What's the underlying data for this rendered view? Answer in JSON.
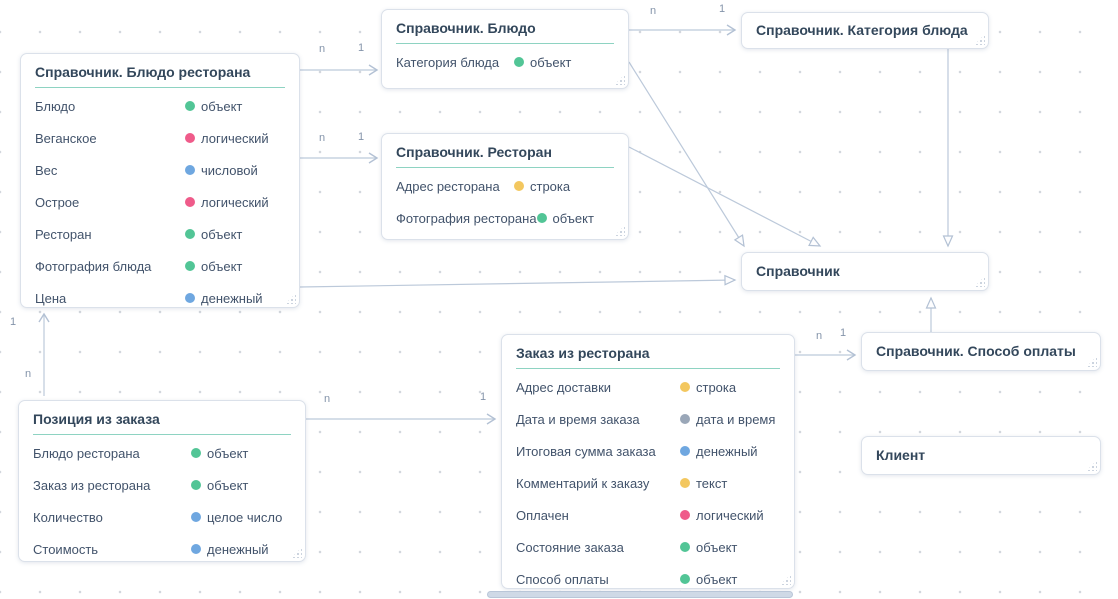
{
  "diagram_colors": {
    "entity_title": "#33475b",
    "field_text": "#42536b",
    "title_underline": "#8ed3c2",
    "connector": "#bcc9da",
    "cardinality_label": "#8494aa"
  },
  "type_colors": {
    "объект": "#52c596",
    "логический": "#ef5b8a",
    "числовой": "#6fa7e0",
    "денежный": "#6fa7e0",
    "целое число": "#6fa7e0",
    "строка": "#f3c75f",
    "текст": "#f3c75f",
    "дата и время": "#9aa7b8"
  },
  "entities": [
    {
      "title": "Справочник. Блюдо ресторана",
      "fields": [
        {
          "name": "Блюдо",
          "type": "объект"
        },
        {
          "name": "Веганское",
          "type": "логический"
        },
        {
          "name": "Вес",
          "type": "числовой"
        },
        {
          "name": "Острое",
          "type": "логический"
        },
        {
          "name": "Ресторан",
          "type": "объект"
        },
        {
          "name": "Фотография блюда",
          "type": "объект"
        },
        {
          "name": "Цена",
          "type": "денежный"
        }
      ]
    },
    {
      "title": "Справочник. Блюдо",
      "fields": [
        {
          "name": "Категория блюда",
          "type": "объект"
        }
      ]
    },
    {
      "title": "Справочник. Категория блюда",
      "fields": []
    },
    {
      "title": "Справочник. Ресторан",
      "fields": [
        {
          "name": "Адрес ресторана",
          "type": "строка"
        },
        {
          "name": "Фотография ресторана",
          "type": "объект"
        }
      ]
    },
    {
      "title": "Справочник",
      "fields": []
    },
    {
      "title": "Заказ из ресторана",
      "fields": [
        {
          "name": "Адрес доставки",
          "type": "строка"
        },
        {
          "name": "Дата и время заказа",
          "type": "дата и время"
        },
        {
          "name": "Итоговая сумма заказа",
          "type": "денежный"
        },
        {
          "name": "Комментарий к заказу",
          "type": "текст"
        },
        {
          "name": "Оплачен",
          "type": "логический"
        },
        {
          "name": "Состояние заказа",
          "type": "объект"
        },
        {
          "name": "Способ оплаты",
          "type": "объект"
        }
      ]
    },
    {
      "title": "Справочник. Способ оплаты",
      "fields": []
    },
    {
      "title": "Клиент",
      "fields": []
    },
    {
      "title": "Позиция из заказа",
      "fields": [
        {
          "name": "Блюдо ресторана",
          "type": "объект"
        },
        {
          "name": "Заказ из ресторана",
          "type": "объект"
        },
        {
          "name": "Количество",
          "type": "целое число"
        },
        {
          "name": "Стоимость",
          "type": "денежный"
        }
      ]
    }
  ],
  "connections": [
    {
      "from": "Справочник. Блюдо ресторана",
      "to": "Справочник. Блюдо",
      "type": "association",
      "source_cardinality": "n",
      "target_cardinality": "1"
    },
    {
      "from": "Справочник. Блюдо ресторана",
      "to": "Справочник. Ресторан",
      "type": "association",
      "source_cardinality": "n",
      "target_cardinality": "1"
    },
    {
      "from": "Справочник. Блюдо",
      "to": "Справочник. Категория блюда",
      "type": "association",
      "source_cardinality": "n",
      "target_cardinality": "1"
    },
    {
      "from": "Позиция из заказа",
      "to": "Справочник. Блюдо ресторана",
      "type": "association",
      "source_cardinality": "n",
      "target_cardinality": "1"
    },
    {
      "from": "Позиция из заказа",
      "to": "Заказ из ресторана",
      "type": "association",
      "source_cardinality": "n",
      "target_cardinality": "1"
    },
    {
      "from": "Заказ из ресторана",
      "to": "Справочник. Способ оплаты",
      "type": "association",
      "source_cardinality": "n",
      "target_cardinality": "1"
    },
    {
      "from": "Справочник. Блюдо ресторана",
      "to": "Справочник",
      "type": "inheritance"
    },
    {
      "from": "Справочник. Блюдо",
      "to": "Справочник",
      "type": "inheritance"
    },
    {
      "from": "Справочник. Ресторан",
      "to": "Справочник",
      "type": "inheritance"
    },
    {
      "from": "Справочник. Категория блюда",
      "to": "Справочник",
      "type": "inheritance"
    },
    {
      "from": "Справочник. Способ оплаты",
      "to": "Справочник",
      "type": "inheritance"
    }
  ]
}
